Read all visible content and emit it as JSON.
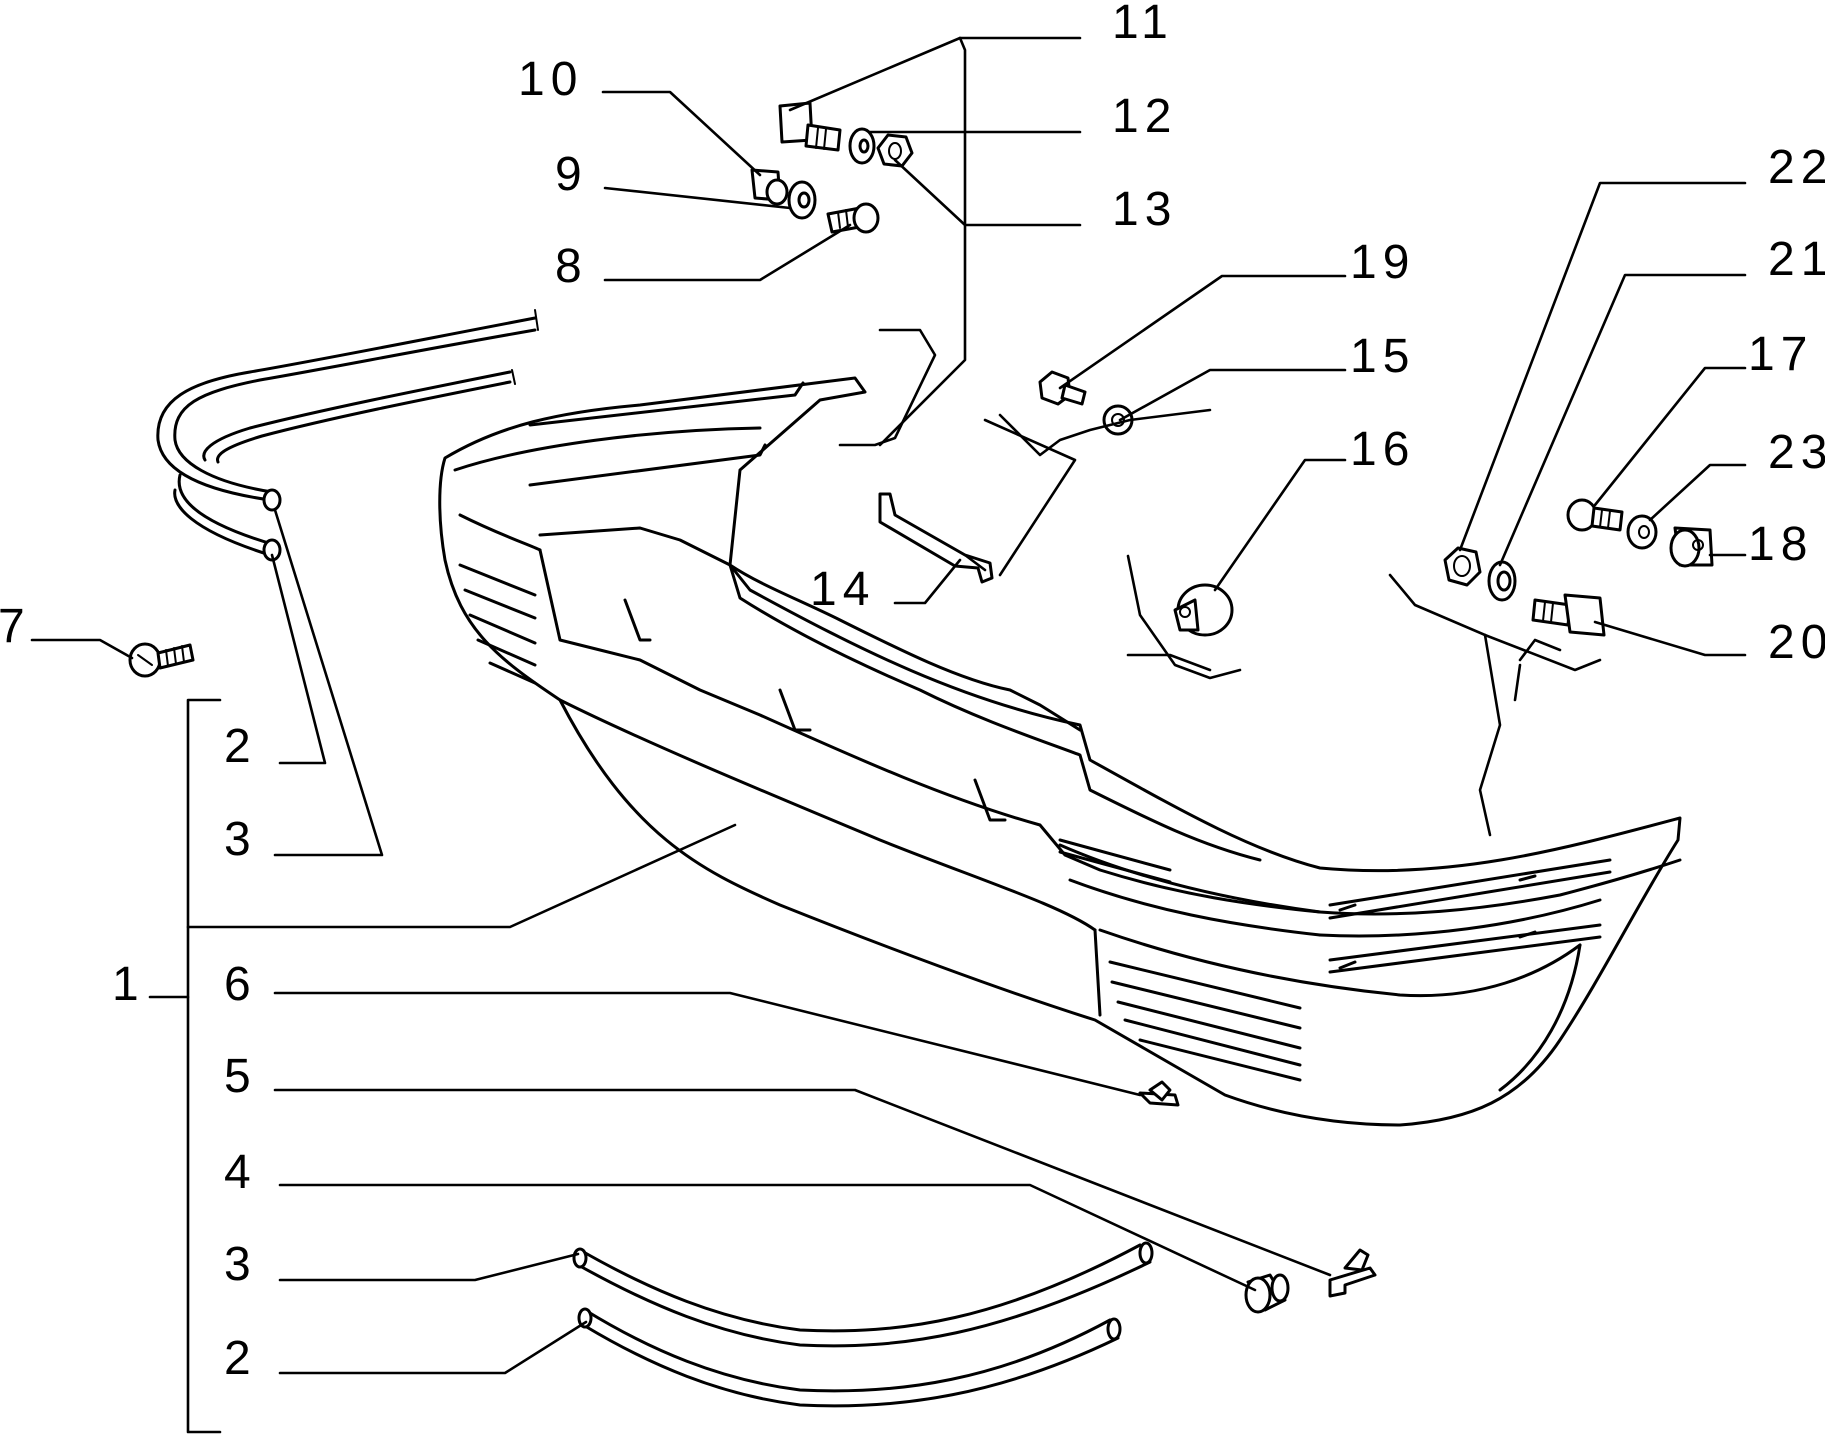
{
  "callouts": {
    "c1": "1",
    "c2_top": "2",
    "c3_top": "3",
    "c2_bottom": "2",
    "c3_bottom": "3",
    "c4": "4",
    "c5": "5",
    "c6": "6",
    "c7": "7",
    "c8": "8",
    "c9": "9",
    "c10": "10",
    "c11": "11",
    "c12": "12",
    "c13": "13",
    "c14": "14",
    "c15": "15",
    "c16": "16",
    "c17": "17",
    "c18": "18",
    "c19": "19",
    "c20": "20",
    "c21": "21",
    "c22": "22",
    "c23": "23"
  },
  "colors": {
    "line": "#000000",
    "background": "#ffffff"
  }
}
